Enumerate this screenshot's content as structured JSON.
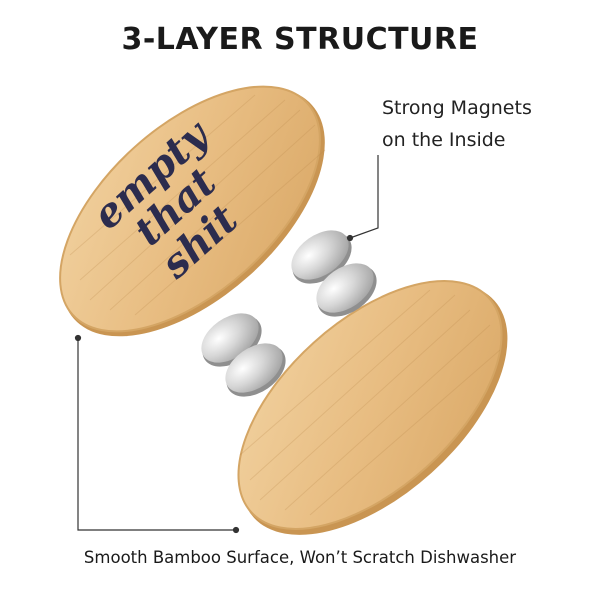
{
  "title": "3-LAYER STRUCTURE",
  "annotation_top": {
    "line1": "Strong Magnets",
    "line2": "on the Inside"
  },
  "annotation_bottom": "Smooth Bamboo Surface, Won’t Scratch Dishwasher",
  "engraving": {
    "line1": "empty",
    "line2": "that",
    "line3": "shit"
  },
  "colors": {
    "bamboo": "#e9c088",
    "bamboo_edge": "#d4a564",
    "ink": "#2c2c4e",
    "magnet": "#c8c8c8"
  }
}
